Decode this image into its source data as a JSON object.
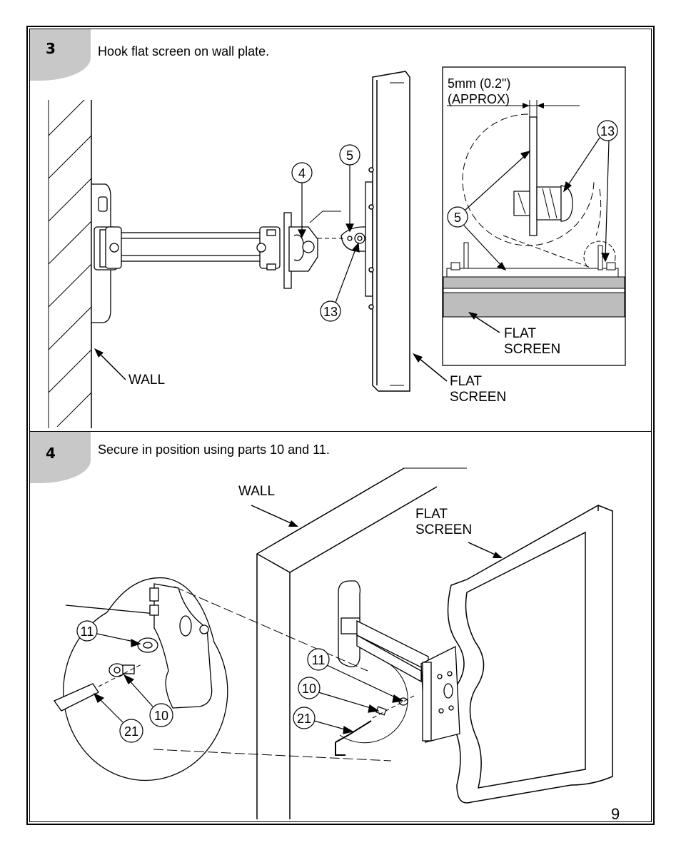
{
  "steps": [
    {
      "number": "3",
      "instruction": "Hook flat screen on wall plate.",
      "labels": {
        "wall": "WALL",
        "flat_screen": [
          "FLAT",
          "SCREEN"
        ],
        "detail_flat_screen": [
          "FLAT",
          "SCREEN"
        ],
        "dimension": [
          "5mm  (0.2\")",
          "(APPROX)"
        ]
      },
      "callouts": [
        "4",
        "5",
        "13",
        "13",
        "5"
      ]
    },
    {
      "number": "4",
      "instruction": "Secure in position using parts 10 and 11.",
      "labels": {
        "wall": "WALL",
        "flat_screen": [
          "FLAT",
          "SCREEN"
        ]
      },
      "callouts": [
        "11",
        "10",
        "21",
        "11",
        "10",
        "21"
      ]
    }
  ],
  "page_number": "9",
  "colors": {
    "tab": "#c8c8c8",
    "screen_band": "#bdbdbd"
  }
}
